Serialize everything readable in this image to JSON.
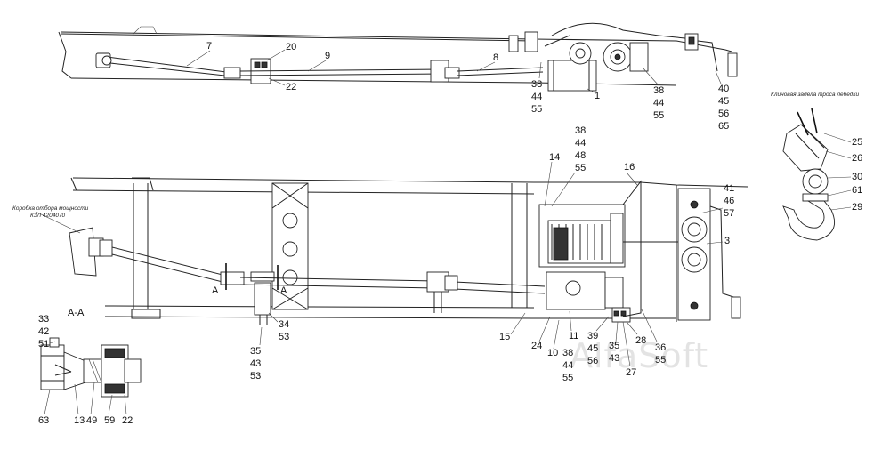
{
  "watermark": "AlfaSoft",
  "section_label": "А-А",
  "cut_mark": "А",
  "notes": {
    "pto": [
      "Коробка отбора мощности",
      "КЗЛ 4204070"
    ],
    "hook": "Клиновая задела троса лебедки"
  },
  "callouts": {
    "top_7": "7",
    "top_20": "20",
    "top_22": "22",
    "top_9": "9",
    "top_8": "8",
    "top_38": "38",
    "top_44": "44",
    "top_55": "55",
    "top_1": "1",
    "top_38b": "38",
    "top_44b": "44",
    "top_55b": "55",
    "top_40": "40",
    "top_45": "45",
    "top_56": "56",
    "top_65": "65",
    "m_38": "38",
    "m_44": "44",
    "m_48": "48",
    "m_55": "55",
    "m_14": "14",
    "m_16": "16",
    "m_41": "41",
    "m_46": "46",
    "m_57": "57",
    "m_3": "3",
    "m_34": "34",
    "m_53": "53",
    "m_35": "35",
    "m_43": "43",
    "m_53b": "53",
    "m_15": "15",
    "m_24": "24",
    "m_10": "10",
    "m_11": "11",
    "m_38c": "38",
    "m_44c": "44",
    "m_55c": "55",
    "m_39": "39",
    "m_45": "45",
    "m_56": "56",
    "m_35b": "35",
    "m_43b": "43",
    "m_28": "28",
    "m_27": "27",
    "m_36": "36",
    "m_55d": "55",
    "h_25": "25",
    "h_26": "26",
    "h_30": "30",
    "h_61": "61",
    "h_29": "29",
    "s_33": "33",
    "s_42": "42",
    "s_51": "51",
    "s_63": "63",
    "s_13": "13",
    "s_49": "49",
    "s_59": "59",
    "s_22": "22"
  }
}
